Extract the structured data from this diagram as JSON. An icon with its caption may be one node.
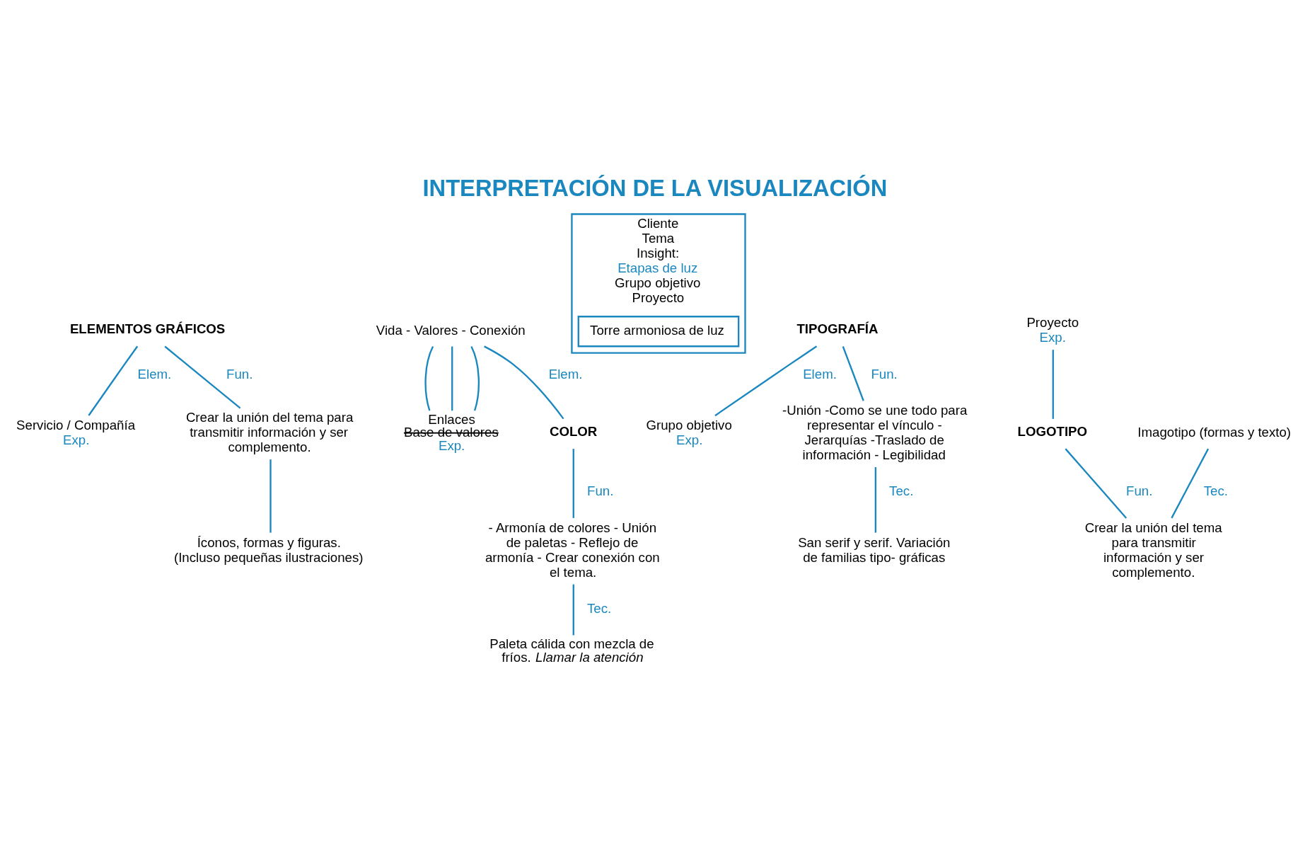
{
  "diagram": {
    "title": "INTERPRETACIÓN DE LA VISUALIZACIÓN",
    "nodes": [
      {
        "text": [
          "ELEMENTOS GRÁFICOS"
        ]
      },
      {
        "text": [
          "Servicio / Compañía"
        ],
        "beside": [
          "Exp."
        ]
      },
      {
        "text": [
          "Crear la unión del tema para transmitir información y ser complemento."
        ]
      },
      {
        "text": [
          "Íconos, formas y figuras. (Incluso pequeñas ilustraciones)"
        ]
      },
      {
        "text": [
          "Vida - Valores - Conexión"
        ]
      },
      {
        "text": [
          "Enlaces",
          "Base de valores"
        ],
        "beside": [
          "Exp."
        ]
      },
      {
        "text": [
          "COLOR"
        ]
      },
      {
        "text": [
          "- Armonía de colores - Unión de paletas - Reflejo de armonía - Crear conexión con el tema."
        ]
      },
      {
        "text": [
          "Paleta cálida con mezcla de fríos. *Llamar la atención*"
        ]
      },
      {
        "text": [
          "Cliente",
          "Tema",
          "Insight:",
          "Etapas de luz",
          "Grupo objetivo",
          "Proyecto"
        ]
      },
      {
        "text": [
          "Torre armoniosa de luz"
        ],
        "in": 9
      },
      {
        "text": [
          "Grupo objetivo"
        ],
        "beside": [
          "Exp."
        ]
      },
      {
        "text": [
          "Proyecto"
        ],
        "beside": [
          "Exp."
        ]
      },
      {
        "text": [
          "TIPOGRAFÍA"
        ]
      },
      {
        "text": [
          "-Unión -Como se une todo para representar el vínculo - Jerarquías -Traslado de información - Legibilidad"
        ]
      },
      {
        "text": [
          "San serif y serif. Variación de familias tipo- gráficas"
        ]
      },
      {
        "text": [
          "LOGOTIPO"
        ]
      },
      {
        "text": [
          "Crear la unión del tema para transmitir información y ser complemento."
        ]
      },
      {
        "text": [
          "Imagotipo (formas y texto)"
        ]
      }
    ],
    "edges": [
      {
        "from": 0,
        "to": 1,
        "arrow": "none",
        "label": "Elem."
      },
      {
        "from": 0,
        "to": 2,
        "arrow": "none",
        "label": "Fun."
      },
      {
        "from": 2,
        "to": 3,
        "arrow": "none"
      },
      {
        "from": 4,
        "to": 5,
        "arrow": "none"
      },
      {
        "from": 4,
        "to": 5,
        "arrow": "none"
      },
      {
        "from": 4,
        "to": 5,
        "arrow": "none"
      },
      {
        "from": 4,
        "to": 6,
        "arrow": "none",
        "label": "Elem."
      },
      {
        "from": 6,
        "to": 7,
        "arrow": "none",
        "label": "Fun."
      },
      {
        "from": 7,
        "to": 8,
        "arrow": "none",
        "label": "Tec."
      },
      {
        "from": 13,
        "to": 11,
        "arrow": "none",
        "label": "Elem."
      },
      {
        "from": 13,
        "to": 14,
        "arrow": "none",
        "label": "Fun."
      },
      {
        "from": 14,
        "to": 15,
        "arrow": "none",
        "label": "Tec."
      },
      {
        "from": 12,
        "to": 16,
        "arrow": "none"
      },
      {
        "from": 16,
        "to": 17,
        "arrow": "none",
        "label": "Fun."
      },
      {
        "from": 18,
        "to": 17,
        "arrow": "none",
        "label": "Tec."
      }
    ]
  }
}
